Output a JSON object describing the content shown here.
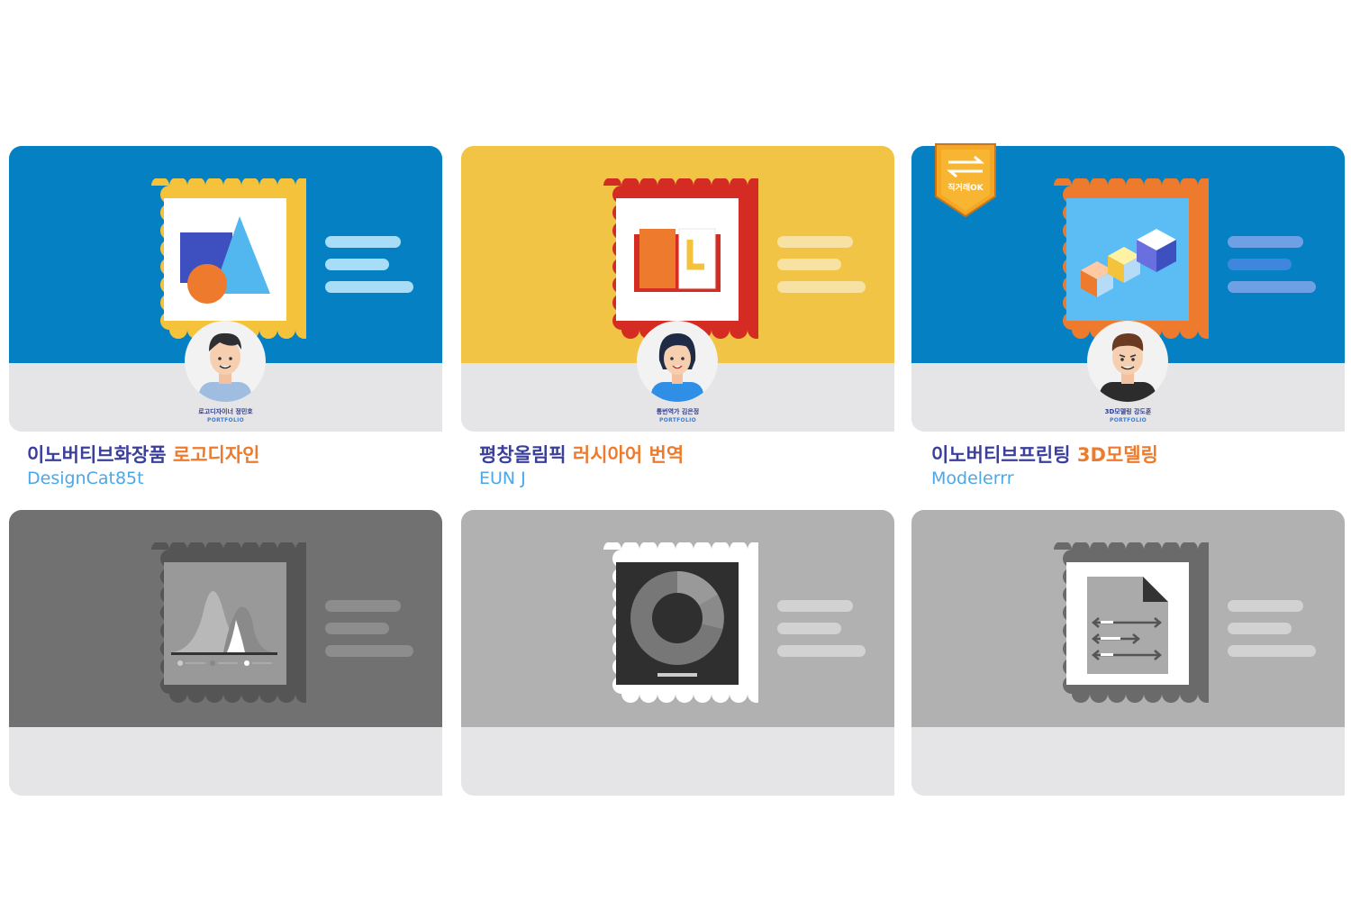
{
  "cards": [
    {
      "title_part1": "이노버티브화장품",
      "title_part2": "로고디자인",
      "author": "DesignCat85t",
      "avatar_name": "로고디자이너 정민호",
      "portfolio_label": "PORTFOLIO",
      "icon": "shapes-icon",
      "bg_color": "#0580c2"
    },
    {
      "title_part1": "평창올림픽",
      "title_part2": "러시아어 번역",
      "author": "EUN J",
      "avatar_name": "통번역가 김은정",
      "portfolio_label": "PORTFOLIO",
      "icon": "book-icon",
      "bg_color": "#f2c445"
    },
    {
      "title_part1": "이노버티브프린팅",
      "title_part2": "3D모델링",
      "author": "Modelerrr",
      "avatar_name": "3D모델링 강도훈",
      "portfolio_label": "PORTFOLIO",
      "icon": "cubes-icon",
      "bg_color": "#0580c2",
      "badge_label": "직거래OK"
    },
    {
      "icon": "distribution-chart-icon",
      "bg_color": "#717171"
    },
    {
      "icon": "donut-chart-icon",
      "bg_color": "#b1b1b1"
    },
    {
      "icon": "document-arrows-icon",
      "bg_color": "#b1b1b1"
    }
  ],
  "colors": {
    "title_dark": "#3b3f9c",
    "title_accent": "#ee7b2d",
    "author": "#4aa8e9"
  }
}
